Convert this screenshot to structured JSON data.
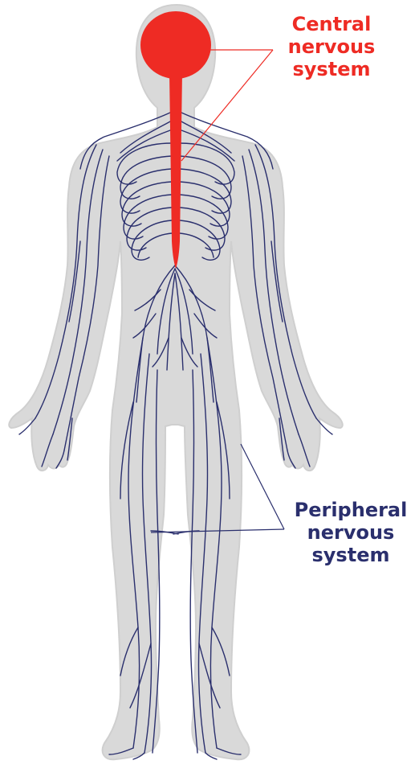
{
  "labels": {
    "cns": {
      "lines": [
        "Central",
        "nervous",
        "system"
      ],
      "color": "#ee2b24"
    },
    "pns": {
      "lines": [
        "Peripheral",
        "nervous",
        "system"
      ],
      "color": "#2a2f6d"
    }
  },
  "colors": {
    "body_fill": "#d9d9d9",
    "body_outline": "#cfcfcf",
    "cns": "#ee2b24",
    "nerve": "#2a2f6d"
  }
}
